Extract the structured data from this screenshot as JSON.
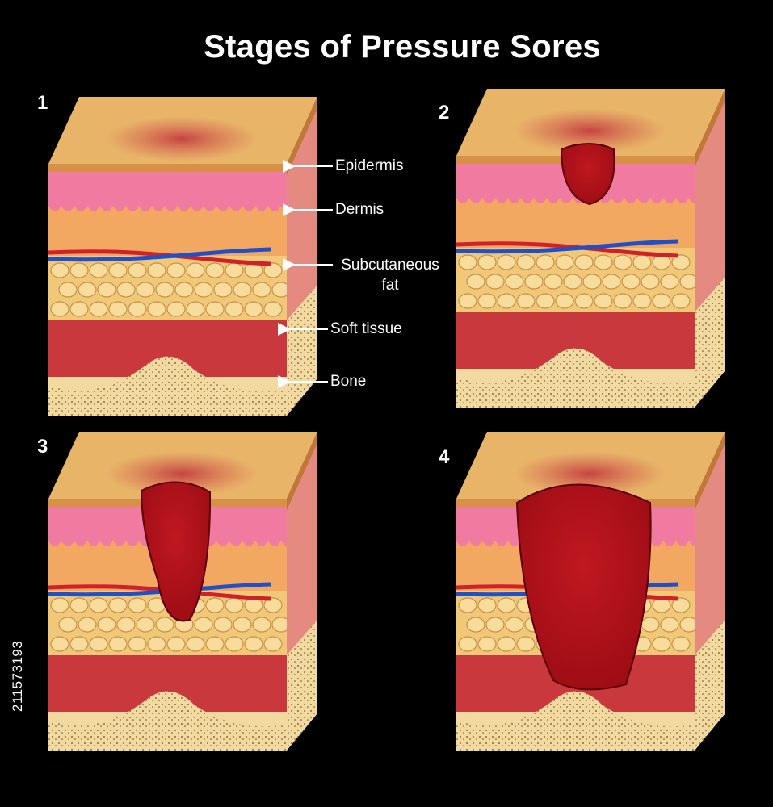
{
  "title": "Stages of Pressure Sores",
  "stages": [
    "1",
    "2",
    "3",
    "4"
  ],
  "labels": {
    "epidermis": "Epidermis",
    "dermis": "Dermis",
    "subcutaneous_line1": "Subcutaneous",
    "subcutaneous_line2": "fat",
    "soft_tissue": "Soft tissue",
    "bone": "Bone"
  },
  "stock_id": "211573193",
  "colors": {
    "background": "#000000",
    "skin_surface": "#e8b568",
    "epidermis_pink": "#f07aa0",
    "dermis_orange": "#f2a860",
    "fat_yellow": "#f0c878",
    "muscle_red": "#c8383c",
    "bone": "#f2d9a0",
    "wound": "#9c0c14",
    "artery": "#d0202a",
    "vein": "#2050c8"
  }
}
